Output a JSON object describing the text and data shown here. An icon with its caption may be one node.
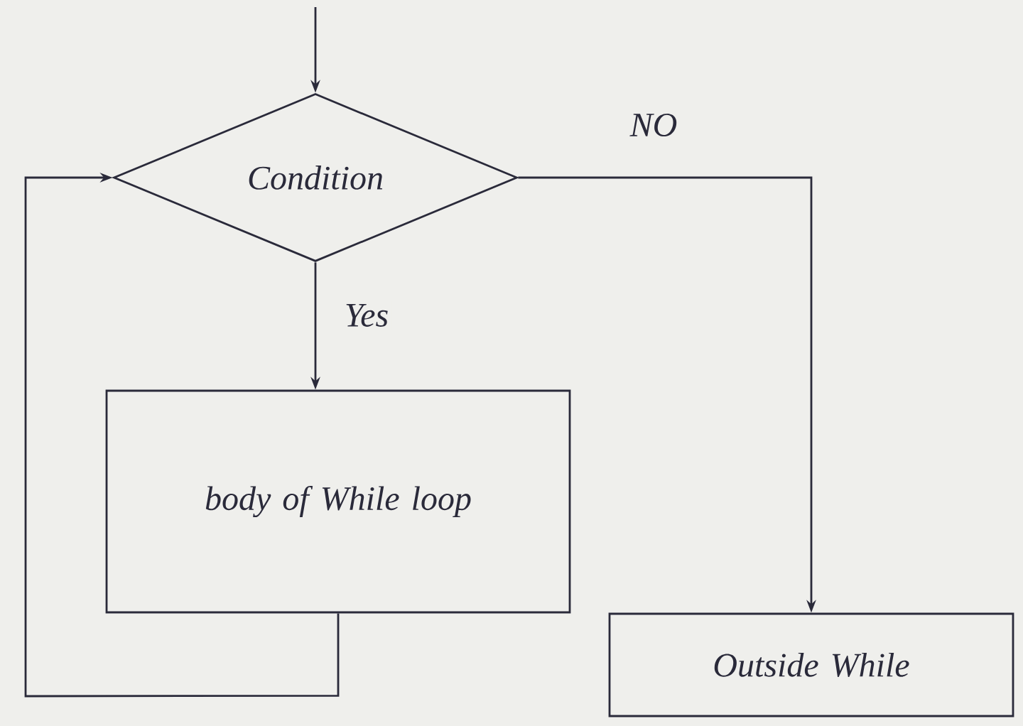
{
  "diagram": {
    "nodes": [
      {
        "text": [
          "Condition"
        ]
      },
      {
        "text": [
          "body of While loop"
        ]
      },
      {
        "text": [
          "Outside While"
        ]
      }
    ],
    "edges": [
      {
        "from": null,
        "to": 0,
        "arrow": "to"
      },
      {
        "from": 0,
        "to": 1,
        "arrow": "to",
        "label": "Yes"
      },
      {
        "from": 0,
        "to": 2,
        "arrow": "to",
        "label": "NO"
      },
      {
        "from": 1,
        "to": 0,
        "arrow": "to"
      }
    ]
  }
}
